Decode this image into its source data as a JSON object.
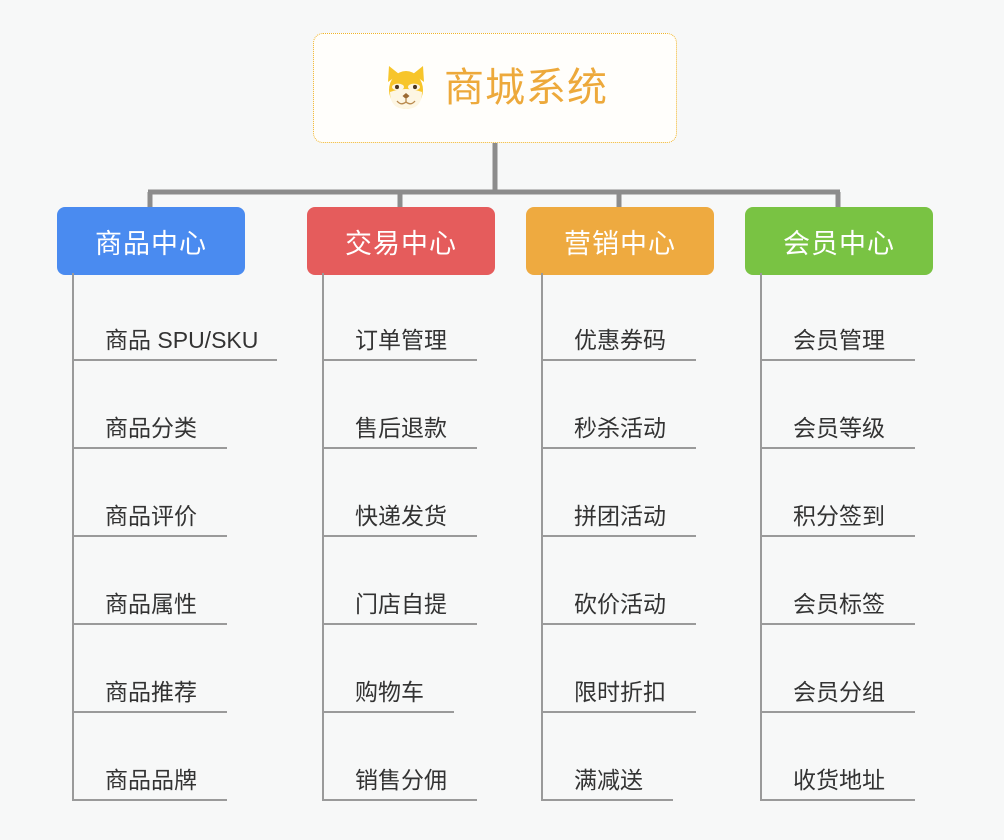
{
  "diagram": {
    "type": "mindmap-tree",
    "background_color": "#f7f8f8",
    "root": {
      "title": "商城系统",
      "icon": "shiba-dog-face-icon",
      "text_color": "#eda93b",
      "border_color": "#f0b429",
      "fill_color": "#fffefb"
    },
    "branches": [
      {
        "label": "商品中心",
        "color": "#4a8bf0",
        "items": [
          "商品 SPU/SKU",
          "商品分类",
          "商品评价",
          "商品属性",
          "商品推荐",
          "商品品牌"
        ]
      },
      {
        "label": "交易中心",
        "color": "#e55c5c",
        "items": [
          "订单管理",
          "售后退款",
          "快递发货",
          "门店自提",
          "购物车",
          "销售分佣"
        ]
      },
      {
        "label": "营销中心",
        "color": "#eeaa40",
        "items": [
          "优惠券码",
          "秒杀活动",
          "拼团活动",
          "砍价活动",
          "限时折扣",
          "满减送"
        ]
      },
      {
        "label": "会员中心",
        "color": "#79c343",
        "items": [
          "会员管理",
          "会员等级",
          "积分签到",
          "会员标签",
          "会员分组",
          "收货地址"
        ]
      }
    ],
    "connector_color": "#8c8c8c",
    "leaf_line_color": "#9a9a9a",
    "leaf_text_color": "#333333"
  }
}
